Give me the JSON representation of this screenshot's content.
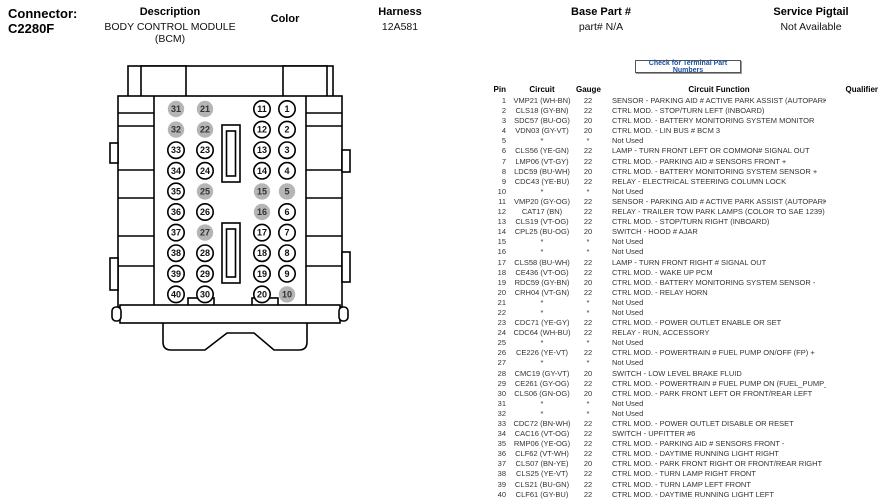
{
  "header": {
    "connector_label": "Connector:",
    "connector_id": "C2280F",
    "description_label": "Description",
    "description_value": "BODY CONTROL MODULE (BCM)",
    "color_label": "Color",
    "color_value": "",
    "harness_label": "Harness",
    "harness_value": "12A581",
    "base_part_label": "Base Part #",
    "base_part_value": "part# N/A",
    "service_pigtail_label": "Service Pigtail",
    "service_pigtail_value": "Not Available"
  },
  "button": {
    "label": "Check for Terminal Part Numbers",
    "text_color": "#1a4fa0"
  },
  "diagram": {
    "columns": [
      [
        31,
        32,
        33,
        34,
        35,
        36,
        37,
        38,
        39,
        40
      ],
      [
        21,
        22,
        23,
        24,
        25,
        26,
        27,
        28,
        29,
        30
      ],
      [
        11,
        12,
        13,
        14,
        15,
        16,
        17,
        18,
        19,
        20
      ],
      [
        1,
        2,
        3,
        4,
        5,
        6,
        7,
        8,
        9,
        10
      ]
    ],
    "not_used_pins": [
      5,
      10,
      15,
      16,
      21,
      22,
      25,
      27,
      31,
      32
    ],
    "used_pin_fill": "#ffffff",
    "not_used_pin_fill": "#b5b5b5",
    "outline_color": "#000000"
  },
  "table": {
    "headers": [
      "Pin",
      "Circuit",
      "Gauge",
      "Circuit Function",
      "Qualifier"
    ],
    "rows": [
      {
        "pin": "1",
        "circuit": "VMP21 (WH-BN)",
        "gauge": "22",
        "function": "SENSOR - PARKING AID # ACTIVE PARK ASSIST (AUTOPARK) FRONT RIGHT SIDE",
        "qualifier": ""
      },
      {
        "pin": "2",
        "circuit": "CLS18 (GY-BN)",
        "gauge": "22",
        "function": "CTRL MOD. - STOP/TURN LEFT (INBOARD)",
        "qualifier": ""
      },
      {
        "pin": "3",
        "circuit": "SDC57 (BU-OG)",
        "gauge": "20",
        "function": "CTRL MOD. - BATTERY MONITORING SYSTEM MONITOR",
        "qualifier": ""
      },
      {
        "pin": "4",
        "circuit": "VDN03 (GY-VT)",
        "gauge": "20",
        "function": "CTRL MOD. - LIN BUS # BCM 3",
        "qualifier": ""
      },
      {
        "pin": "5",
        "circuit": "*",
        "gauge": "*",
        "function": "Not Used",
        "qualifier": ""
      },
      {
        "pin": "6",
        "circuit": "CLS56 (YE-GN)",
        "gauge": "22",
        "function": "LAMP - TURN FRONT LEFT OR COMMON# SIGNAL OUT",
        "qualifier": ""
      },
      {
        "pin": "7",
        "circuit": "LMP06 (VT-GY)",
        "gauge": "22",
        "function": "CTRL MOD. - PARKING AID # SENSORS FRONT +",
        "qualifier": ""
      },
      {
        "pin": "8",
        "circuit": "LDC59 (BU-WH)",
        "gauge": "20",
        "function": "CTRL MOD. - BATTERY MONITORING SYSTEM SENSOR +",
        "qualifier": ""
      },
      {
        "pin": "9",
        "circuit": "CDC43 (YE-BU)",
        "gauge": "22",
        "function": "RELAY - ELECTRICAL STEERING COLUMN LOCK",
        "qualifier": ""
      },
      {
        "pin": "10",
        "circuit": "*",
        "gauge": "*",
        "function": "Not Used",
        "qualifier": ""
      },
      {
        "pin": "11",
        "circuit": "VMP20 (GY-OG)",
        "gauge": "22",
        "function": "SENSOR - PARKING AID # ACTIVE PARK ASSIST (AUTOPARK) FRONT LEFT SIDE",
        "qualifier": ""
      },
      {
        "pin": "12",
        "circuit": "CAT17 (BN)",
        "gauge": "22",
        "function": "RELAY - TRAILER TOW PARK LAMPS (COLOR TO SAE 1239)",
        "qualifier": ""
      },
      {
        "pin": "13",
        "circuit": "CLS19 (VT-OG)",
        "gauge": "22",
        "function": "CTRL MOD. - STOP/TURN RIGHT (INBOARD)",
        "qualifier": ""
      },
      {
        "pin": "14",
        "circuit": "CPL25 (BU-OG)",
        "gauge": "20",
        "function": "SWITCH - HOOD # AJAR",
        "qualifier": ""
      },
      {
        "pin": "15",
        "circuit": "*",
        "gauge": "*",
        "function": "Not Used",
        "qualifier": ""
      },
      {
        "pin": "16",
        "circuit": "*",
        "gauge": "*",
        "function": "Not Used",
        "qualifier": ""
      },
      {
        "pin": "17",
        "circuit": "CLS58 (BU-WH)",
        "gauge": "22",
        "function": "LAMP - TURN FRONT RIGHT # SIGNAL OUT",
        "qualifier": ""
      },
      {
        "pin": "18",
        "circuit": "CE436 (VT-OG)",
        "gauge": "22",
        "function": "CTRL MOD. - WAKE UP PCM",
        "qualifier": ""
      },
      {
        "pin": "19",
        "circuit": "RDC59 (GY-BN)",
        "gauge": "20",
        "function": "CTRL MOD. - BATTERY MONITORING SYSTEM SENSOR -",
        "qualifier": ""
      },
      {
        "pin": "20",
        "circuit": "CRH04 (VT-GN)",
        "gauge": "22",
        "function": "CTRL MOD. - RELAY HORN",
        "qualifier": ""
      },
      {
        "pin": "21",
        "circuit": "*",
        "gauge": "*",
        "function": "Not Used",
        "qualifier": ""
      },
      {
        "pin": "22",
        "circuit": "*",
        "gauge": "*",
        "function": "Not Used",
        "qualifier": ""
      },
      {
        "pin": "23",
        "circuit": "CDC71 (YE-GY)",
        "gauge": "22",
        "function": "CTRL MOD. - POWER OUTLET ENABLE OR SET",
        "qualifier": ""
      },
      {
        "pin": "24",
        "circuit": "CDC64 (WH-BU)",
        "gauge": "22",
        "function": "RELAY - RUN, ACCESSORY",
        "qualifier": ""
      },
      {
        "pin": "25",
        "circuit": "*",
        "gauge": "*",
        "function": "Not Used",
        "qualifier": ""
      },
      {
        "pin": "26",
        "circuit": "CE226 (YE-VT)",
        "gauge": "22",
        "function": "CTRL MOD. - POWERTRAIN # FUEL PUMP ON/OFF (FP) +",
        "qualifier": ""
      },
      {
        "pin": "27",
        "circuit": "*",
        "gauge": "*",
        "function": "Not Used",
        "qualifier": ""
      },
      {
        "pin": "28",
        "circuit": "CMC19 (GY-VT)",
        "gauge": "20",
        "function": "SWITCH - LOW LEVEL BRAKE FLUID",
        "qualifier": ""
      },
      {
        "pin": "29",
        "circuit": "CE261 (GY-OG)",
        "gauge": "22",
        "function": "CTRL MOD. - POWERTRAIN # FUEL PUMP ON (FUEL_PUMP_ON)(IES)",
        "qualifier": ""
      },
      {
        "pin": "30",
        "circuit": "CLS06 (GN-OG)",
        "gauge": "20",
        "function": "CTRL MOD. - PARK FRONT LEFT OR FRONT/REAR LEFT",
        "qualifier": ""
      },
      {
        "pin": "31",
        "circuit": "*",
        "gauge": "*",
        "function": "Not Used",
        "qualifier": ""
      },
      {
        "pin": "32",
        "circuit": "*",
        "gauge": "*",
        "function": "Not Used",
        "qualifier": ""
      },
      {
        "pin": "33",
        "circuit": "CDC72 (BN-WH)",
        "gauge": "22",
        "function": "CTRL MOD. - POWER OUTLET DISABLE OR RESET",
        "qualifier": ""
      },
      {
        "pin": "34",
        "circuit": "CAC16 (VT-OG)",
        "gauge": "22",
        "function": "SWITCH - UPFITTER #6",
        "qualifier": ""
      },
      {
        "pin": "35",
        "circuit": "RMP06 (YE-OG)",
        "gauge": "22",
        "function": "CTRL MOD. - PARKING AID # SENSORS FRONT -",
        "qualifier": ""
      },
      {
        "pin": "36",
        "circuit": "CLF62 (VT-WH)",
        "gauge": "22",
        "function": "CTRL MOD. - DAYTIME RUNNING LIGHT RIGHT",
        "qualifier": ""
      },
      {
        "pin": "37",
        "circuit": "CLS07 (BN-YE)",
        "gauge": "20",
        "function": "CTRL MOD. - PARK FRONT RIGHT OR FRONT/REAR RIGHT",
        "qualifier": ""
      },
      {
        "pin": "38",
        "circuit": "CLS25 (YE-VT)",
        "gauge": "22",
        "function": "CTRL MOD. - TURN LAMP RIGHT FRONT",
        "qualifier": ""
      },
      {
        "pin": "39",
        "circuit": "CLS21 (BU-GN)",
        "gauge": "22",
        "function": "CTRL MOD. - TURN LAMP LEFT FRONT",
        "qualifier": ""
      },
      {
        "pin": "40",
        "circuit": "CLF61 (GY-BU)",
        "gauge": "22",
        "function": "CTRL MOD. - DAYTIME RUNNING LIGHT LEFT",
        "qualifier": ""
      }
    ]
  }
}
